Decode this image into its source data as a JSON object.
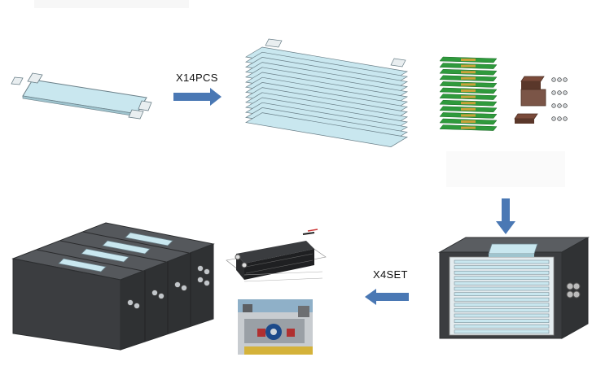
{
  "labels": {
    "pcs_multiplier": "X14PCS",
    "set_multiplier": "X4SET"
  },
  "colors": {
    "cell_fill": "#c9e7ef",
    "cell_edge": "#6a7f88",
    "tab_fill": "#e9eef0",
    "arrow": "#4a78b4",
    "connector_green": "#2f9a3c",
    "connector_gold": "#c9a23a",
    "housing_dark": "#3b3d40",
    "housing_top": "#55585c"
  },
  "icons": [
    "single-cell-part",
    "stacked-cells-part",
    "bus-connectors-part",
    "brackets-and-screws-part",
    "single-module-housing",
    "four-module-pack",
    "bms-board-photo",
    "machine-detail-photo",
    "right-arrow-icon",
    "down-arrow-icon",
    "left-arrow-icon"
  ]
}
